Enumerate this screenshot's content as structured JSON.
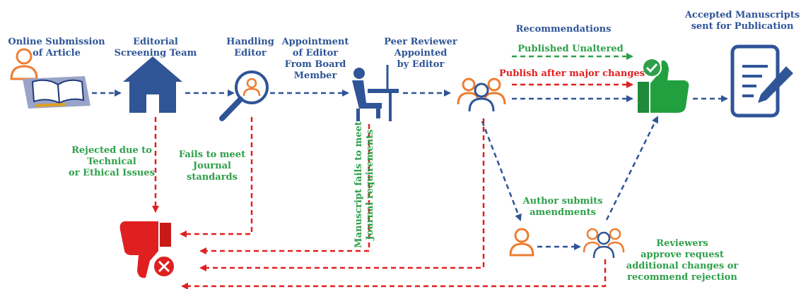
{
  "stages": {
    "submission": "Online Submission\nof Article",
    "screening": "Editorial\nScreening Team",
    "handling": "Handling\nEditor",
    "appointment": "Appointment\nof Editor\nFrom Board\nMember",
    "peer": "Peer Reviewer\nAppointed\nby Editor",
    "recommendations": "Recommendations",
    "accepted": "Accepted Manuscripts\nsent for Publication"
  },
  "outcomes": {
    "published_unaltered": "Published Unaltered",
    "major_changes": "Publish after major changes"
  },
  "rejections": {
    "technical": "Rejected due to\nTechnical\nor Ethical Issues",
    "standards": "Fails to meet\nJournal\nstandards",
    "requirements": "Manuscript fails to meet\nJournal requirements"
  },
  "revision": {
    "author_submits": "Author submits\namendments",
    "reviewers": "Reviewers\napprove request\nadditional changes or\nrecommend rejection"
  },
  "icons": [
    "person-icon",
    "book-icon",
    "house-icon",
    "magnifier-icon",
    "desk-worker-icon",
    "group-icon",
    "thumbs-up-check-icon",
    "document-pen-icon",
    "thumbs-down-x-icon"
  ],
  "colors": {
    "blue": "#2f5597",
    "orange": "#ed7d31",
    "green": "#2ea04a",
    "red": "#e02020"
  }
}
